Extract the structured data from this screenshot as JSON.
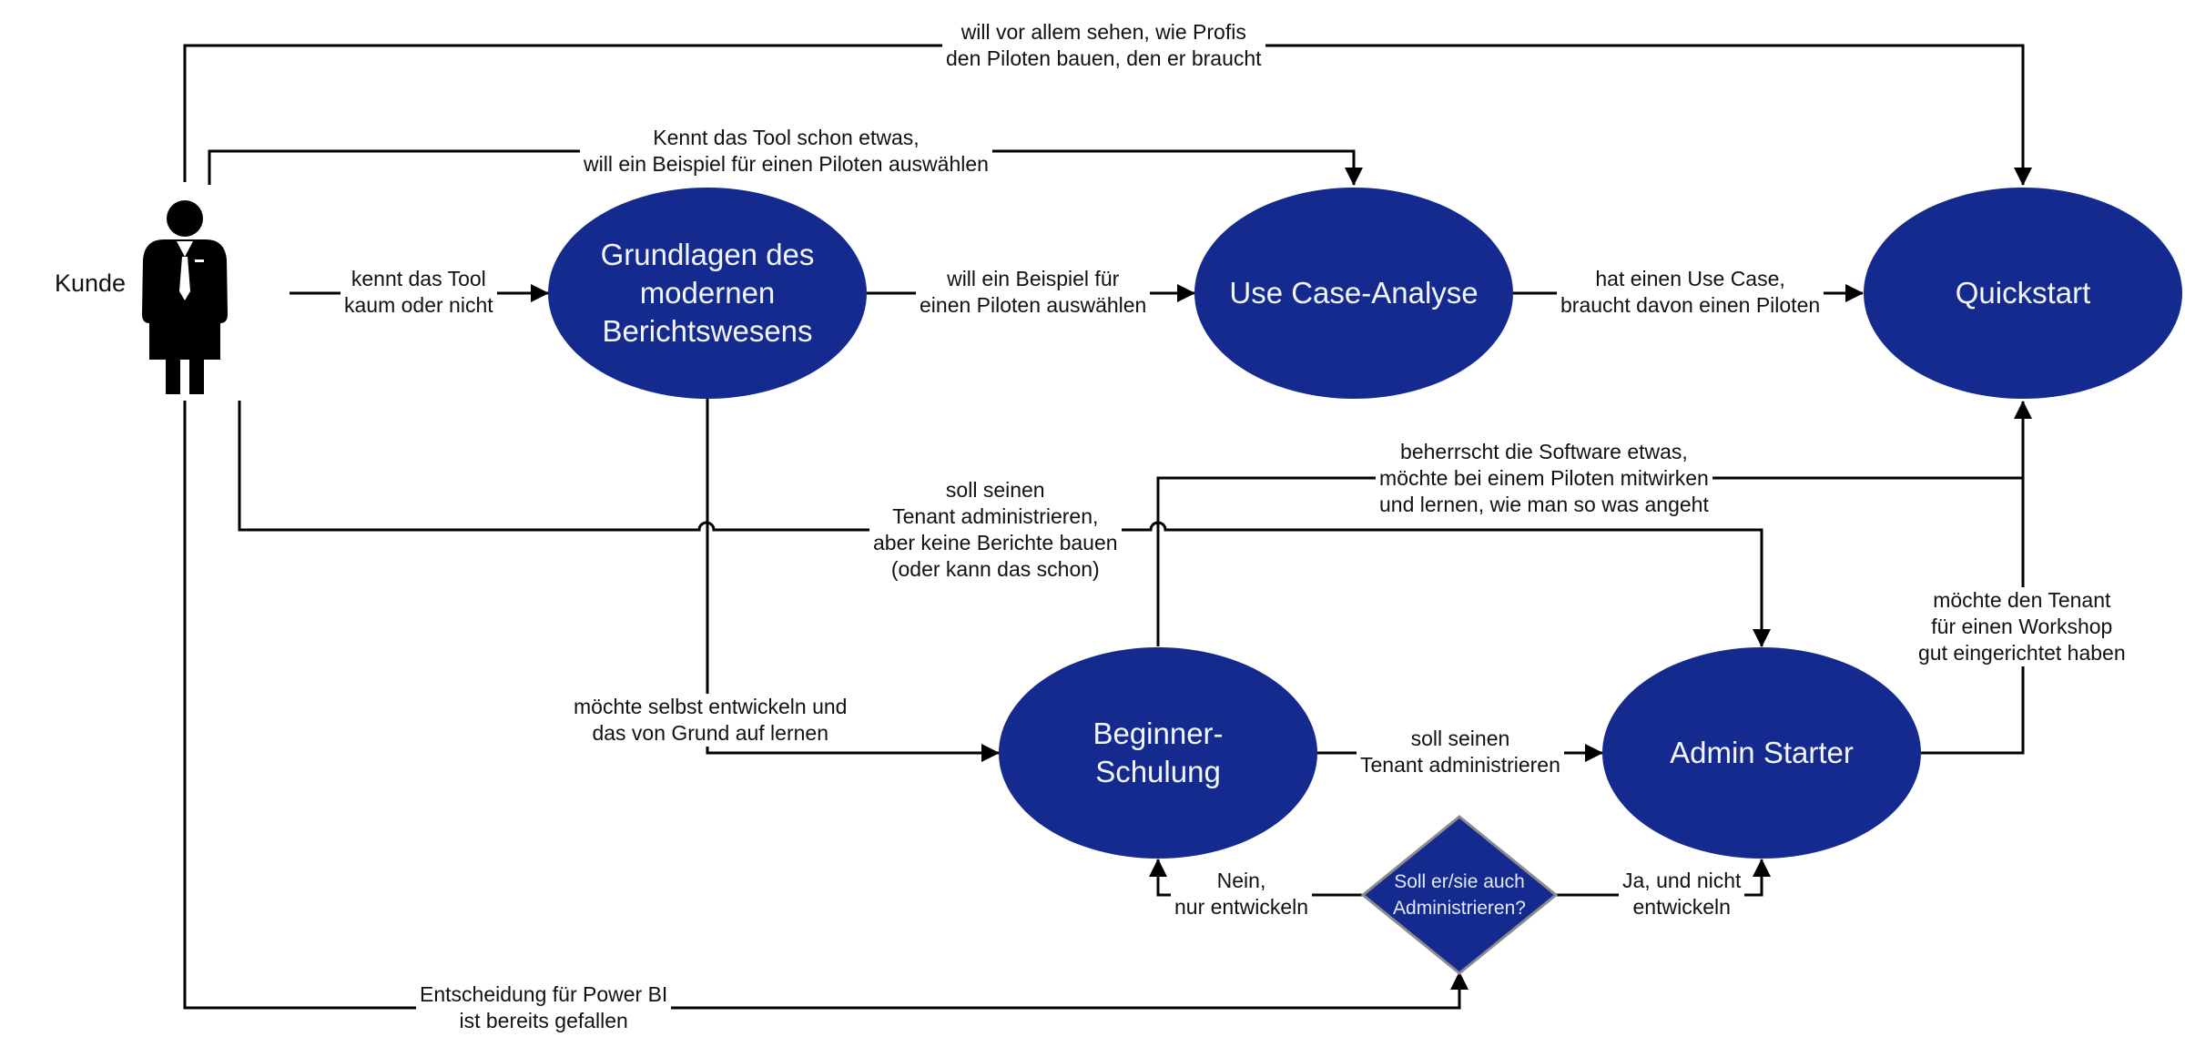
{
  "actor": {
    "label": "Kunde",
    "icon": "person-icon"
  },
  "colors": {
    "node_fill": "#152a8f",
    "line": "#000000",
    "decision_border": "#8c8c8c"
  },
  "nodes": {
    "grundlagen": {
      "lines": [
        "Grundlagen des",
        "modernen",
        "Berichtswesens"
      ]
    },
    "use_case": {
      "lines": [
        "Use Case-Analyse"
      ]
    },
    "quickstart": {
      "lines": [
        "Quickstart"
      ]
    },
    "beginner": {
      "lines": [
        "Beginner-",
        "Schulung"
      ]
    },
    "admin": {
      "lines": [
        "Admin Starter"
      ]
    }
  },
  "decision": {
    "lines": [
      "Soll er/sie auch",
      "Administrieren?"
    ]
  },
  "edge_labels": {
    "top": [
      "will vor allem sehen, wie Profis",
      "den Piloten bauen, den er braucht"
    ],
    "second": [
      "Kennt das Tool schon etwas,",
      "will ein Beispiel für einen Piloten auswählen"
    ],
    "kunde_grundlagen": [
      "kennt das Tool",
      "kaum oder nicht"
    ],
    "grundlagen_usecase": [
      "will ein Beispiel für",
      "einen Piloten auswählen"
    ],
    "usecase_quickstart": [
      "hat einen Use Case,",
      "braucht davon einen Piloten"
    ],
    "beginner_quickstart": [
      "beherrscht die Software etwas,",
      "möchte bei einem Piloten mitwirken",
      "und lernen, wie man so was angeht"
    ],
    "kunde_admin": [
      "soll seinen",
      "Tenant administrieren,",
      "aber keine Berichte bauen",
      "(oder kann das schon)"
    ],
    "admin_quickstart": [
      "möchte den Tenant",
      "für einen Workshop",
      "gut eingerichtet haben"
    ],
    "grundlagen_beginner": [
      "möchte selbst entwickeln und",
      "das von Grund auf lernen"
    ],
    "beginner_admin": [
      "soll seinen",
      "Tenant administrieren"
    ],
    "decision_no": [
      "Nein,",
      "nur entwickeln"
    ],
    "decision_yes": [
      "Ja, und nicht",
      "entwickeln"
    ],
    "bottom": [
      "Entscheidung für Power BI",
      "ist bereits gefallen"
    ]
  }
}
